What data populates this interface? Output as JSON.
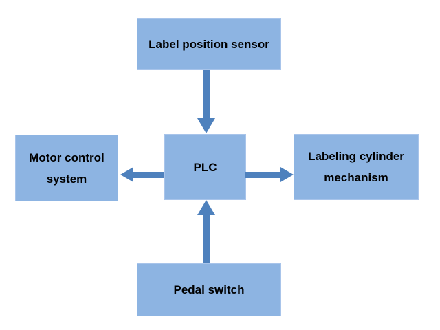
{
  "diagram": {
    "type": "block-diagram",
    "nodes": {
      "sensor": {
        "label": "Label position sensor"
      },
      "motor": {
        "label": "Motor control system"
      },
      "plc": {
        "label": "PLC"
      },
      "cylinder": {
        "label": "Labeling cylinder mechanism"
      },
      "pedal": {
        "label": "Pedal switch"
      }
    },
    "connections": [
      {
        "from": "Label position sensor",
        "to": "PLC",
        "direction": "down"
      },
      {
        "from": "PLC",
        "to": "Motor control system",
        "direction": "left"
      },
      {
        "from": "PLC",
        "to": "Labeling cylinder mechanism",
        "direction": "right"
      },
      {
        "from": "Pedal switch",
        "to": "PLC",
        "direction": "up"
      }
    ],
    "colors": {
      "background": "#FFFFFF",
      "node_fill": "#8DB4E2",
      "node_border": "#A8C4EA",
      "arrow": "#4E81BD",
      "text": "#000000"
    }
  }
}
